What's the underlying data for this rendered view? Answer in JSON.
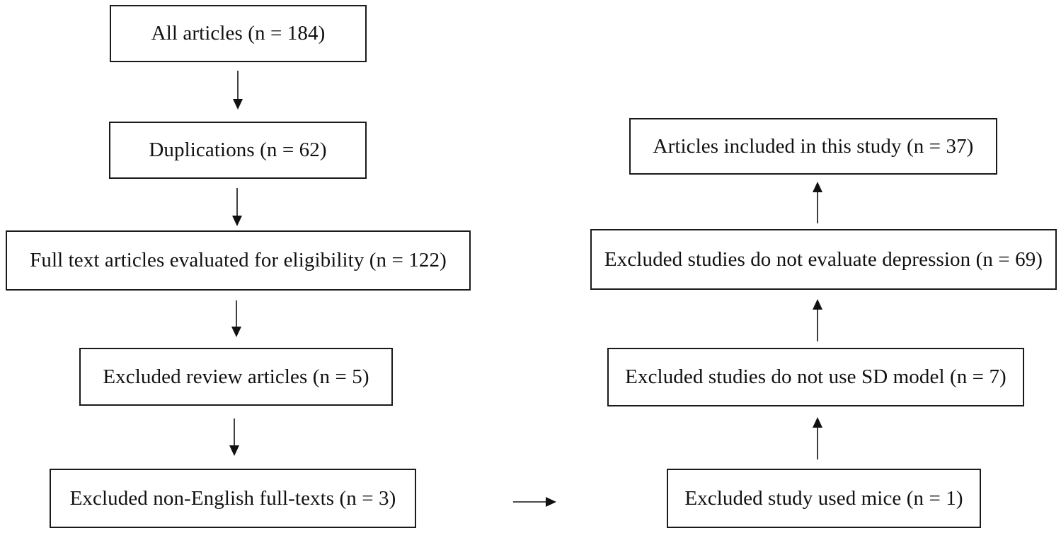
{
  "flowchart": {
    "left_column": [
      {
        "id": "all-articles",
        "label": "All articles (n = 184)"
      },
      {
        "id": "duplications",
        "label": "Duplications (n = 62)"
      },
      {
        "id": "full-text-evaluated",
        "label": "Full text articles evaluated for eligibility (n = 122)"
      },
      {
        "id": "excluded-review",
        "label": "Excluded review articles (n = 5)"
      },
      {
        "id": "excluded-non-english",
        "label": "Excluded non-English full-texts (n = 3)"
      }
    ],
    "right_column": [
      {
        "id": "included",
        "label": "Articles included in this study (n = 37)"
      },
      {
        "id": "excluded-no-depression",
        "label": "Excluded studies do not evaluate depression (n = 69)"
      },
      {
        "id": "excluded-no-sd-model",
        "label": "Excluded studies do not use SD model (n = 7)"
      },
      {
        "id": "excluded-mice",
        "label": "Excluded study used mice (n = 1)"
      }
    ],
    "arrow_color": "#111111",
    "box_border_color": "#1a1a1a"
  }
}
